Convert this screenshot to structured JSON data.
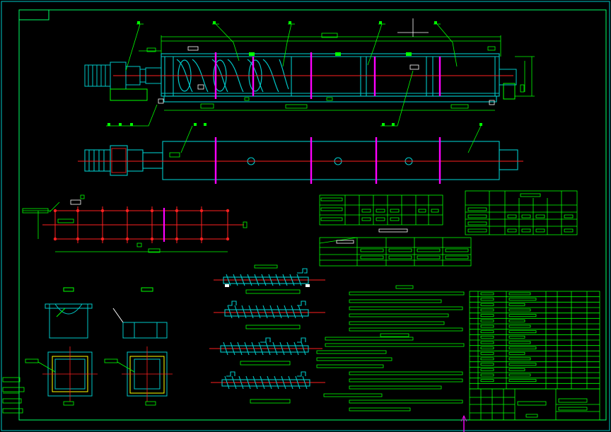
{
  "drawing": {
    "kind": "CAD mechanical assembly drawing of a screw conveyor (layout sheet)",
    "colors": {
      "background": "#000000",
      "frame": "#00ff66",
      "outline_cyan": "#00c8c8",
      "centerline_red": "#ff2020",
      "accent_magenta": "#ff00ff",
      "text_green": "#00ff00",
      "white": "#ffffff",
      "yellow": "#ffff00"
    },
    "views": [
      "front-elevation",
      "top-plan",
      "support-frame-plan",
      "screw-blade-details",
      "hanger-bracket-details",
      "flange-details"
    ],
    "tables": [
      "parameter-table-1",
      "parameter-table-2",
      "parameter-table-3",
      "bill-of-materials",
      "title-block"
    ],
    "balloon_count_front": 7,
    "balloon_count_plan": 3,
    "screw_variants": 4
  }
}
